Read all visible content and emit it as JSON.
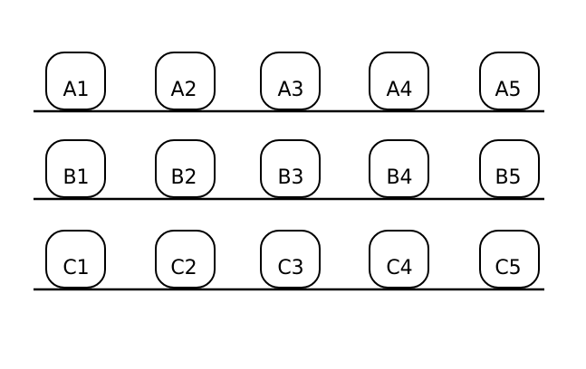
{
  "rows": [
    {
      "id": "A",
      "seats": [
        "A1",
        "A2",
        "A3",
        "A4",
        "A5"
      ]
    },
    {
      "id": "B",
      "seats": [
        "B1",
        "B2",
        "B3",
        "B4",
        "B5"
      ]
    },
    {
      "id": "C",
      "seats": [
        "C1",
        "C2",
        "C3",
        "C4",
        "C5"
      ]
    }
  ],
  "colors": {
    "stroke": "#000000",
    "fill": "#ffffff",
    "text": "#000000"
  }
}
